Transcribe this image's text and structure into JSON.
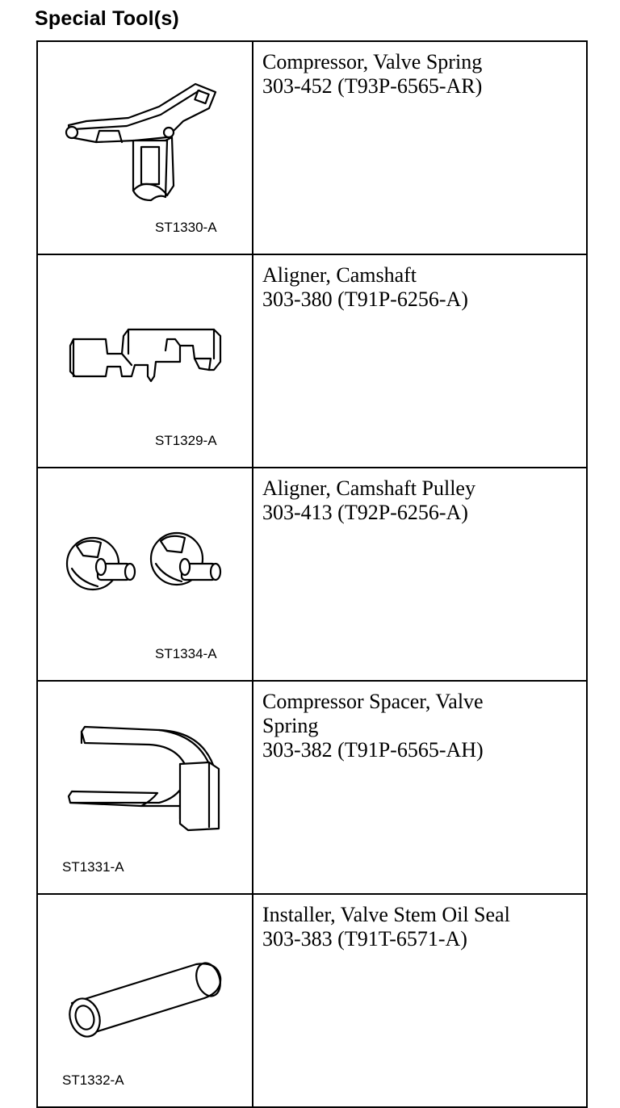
{
  "page": {
    "title": "Special Tool(s)"
  },
  "tools": [
    {
      "code": "ST1330-A",
      "name_lines": [
        "Compressor, Valve Spring",
        "303-452 (T93P-6565-AR)"
      ],
      "icon": "valve-spring-compressor-icon"
    },
    {
      "code": "ST1329-A",
      "name_lines": [
        "Aligner, Camshaft",
        "303-380 (T91P-6256-A)"
      ],
      "icon": "camshaft-aligner-icon"
    },
    {
      "code": "ST1334-A",
      "name_lines": [
        "Aligner, Camshaft Pulley",
        "303-413 (T92P-6256-A)"
      ],
      "icon": "camshaft-pulley-aligner-icon"
    },
    {
      "code": "ST1331-A",
      "name_lines": [
        "Compressor Spacer, Valve",
        "Spring",
        "303-382 (T91P-6565-AH)"
      ],
      "icon": "valve-spring-spacer-icon"
    },
    {
      "code": "ST1332-A",
      "name_lines": [
        "Installer, Valve Stem Oil Seal",
        "303-383 (T91T-6571-A)"
      ],
      "icon": "valve-stem-seal-installer-icon"
    }
  ]
}
